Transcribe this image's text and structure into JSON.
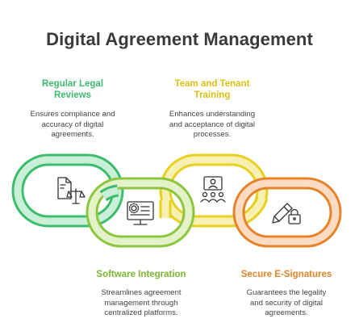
{
  "title": "Digital Agreement Management",
  "colors": {
    "green": "#3dbb6f",
    "lime": "#8cc63f",
    "yellow": "#e8d020",
    "orange": "#e5832b"
  },
  "items": [
    {
      "heading": "Regular Legal\nReviews",
      "description": "Ensures compliance and\naccuracy of digital\nagreements.",
      "icon": "legal-document-scale-icon",
      "color": "#3dbb6f"
    },
    {
      "heading": "Software Integration",
      "description": "Streamlines agreement\nmanagement through\ncentralized platforms.",
      "icon": "computer-settings-icon",
      "color": "#8cc63f"
    },
    {
      "heading": "Team and Tenant\nTraining",
      "description": "Enhances understanding\nand acceptance of digital\nprocesses.",
      "icon": "presentation-group-icon",
      "color": "#e8d020"
    },
    {
      "heading": "Secure E-Signatures",
      "description": "Guarantees the legality\nand security of digital\nagreements.",
      "icon": "pen-padlock-icon",
      "color": "#e5832b"
    }
  ]
}
